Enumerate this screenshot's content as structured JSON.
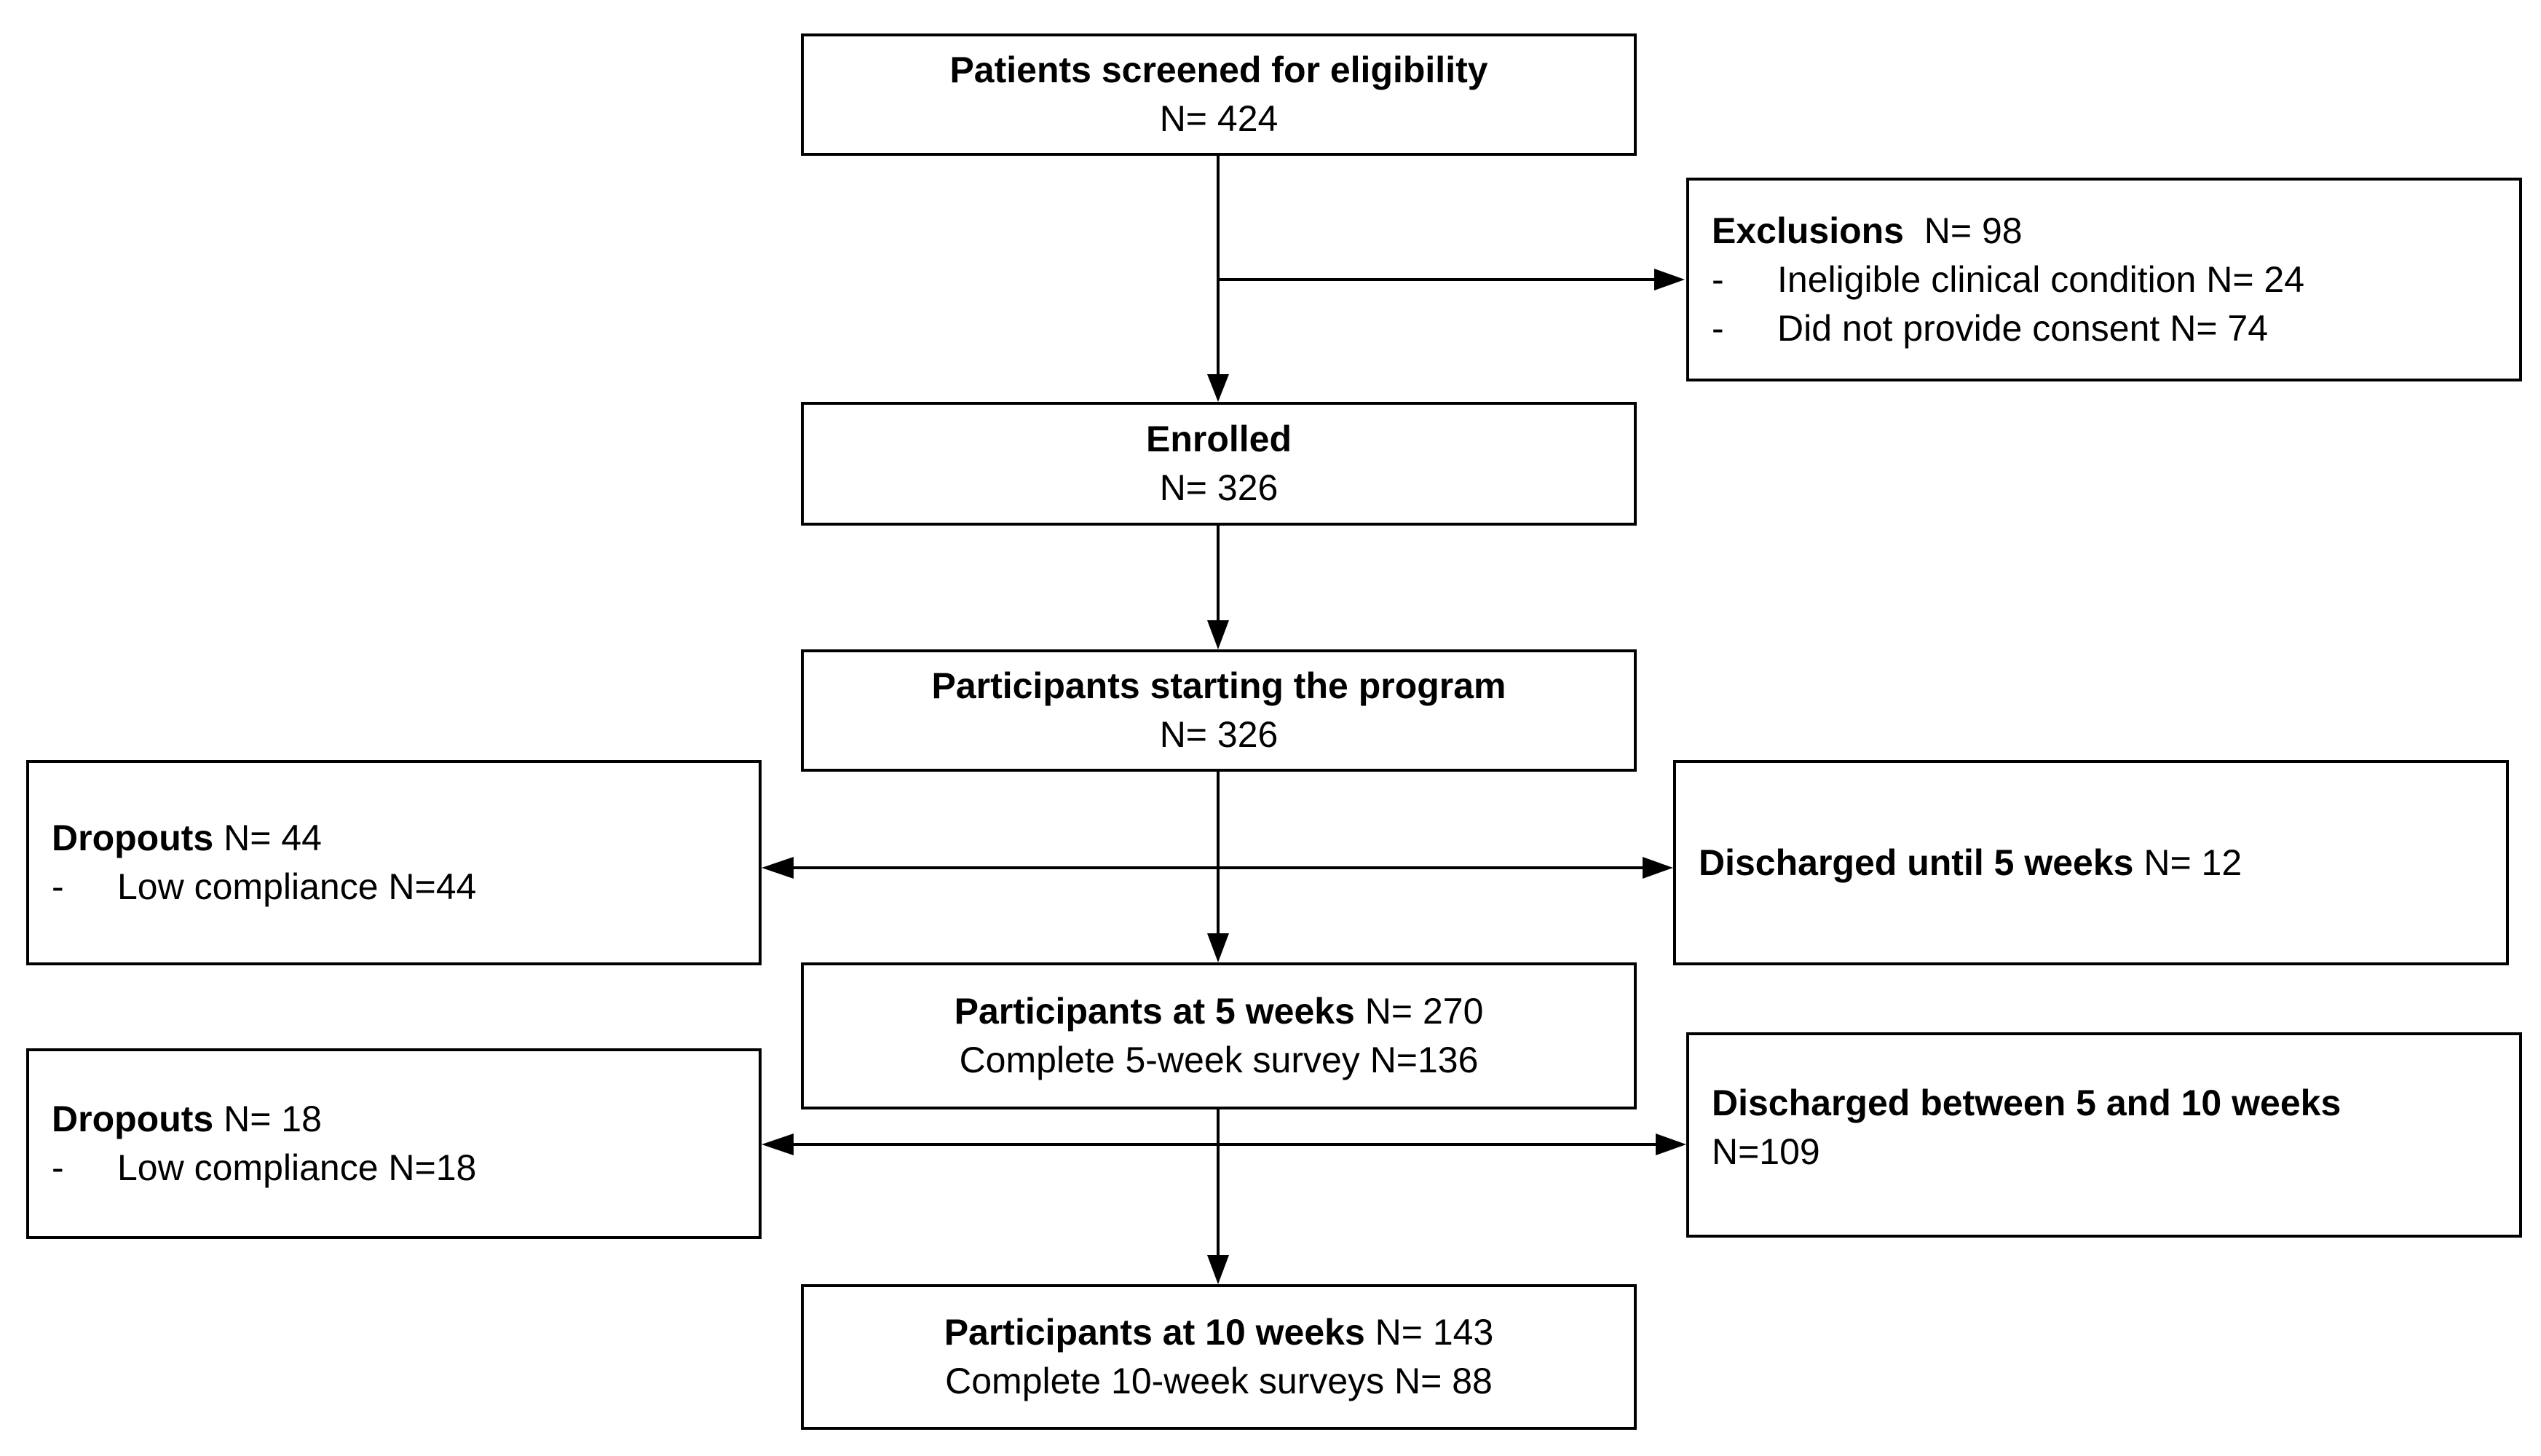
{
  "screened": {
    "title": "Patients screened for eligibility",
    "n": "N= 424"
  },
  "exclusions": {
    "title": "Exclusions",
    "n": "N= 98",
    "items": [
      {
        "bullet": "-",
        "text": "Ineligible clinical condition N= 24"
      },
      {
        "bullet": "-",
        "text": "Did not provide consent N= 74"
      }
    ]
  },
  "enrolled": {
    "title": "Enrolled",
    "n": "N= 326"
  },
  "starting": {
    "title": "Participants starting the program",
    "n": "N= 326"
  },
  "dropouts1": {
    "title": "Dropouts",
    "n": "N= 44",
    "bullet": "-",
    "item": "Low compliance N=44"
  },
  "discharged1": {
    "title": "Discharged until 5 weeks",
    "n": "N= 12"
  },
  "week5": {
    "title": "Participants at 5 weeks",
    "n": "N= 270",
    "survey": "Complete 5-week survey N=136"
  },
  "dropouts2": {
    "title": "Dropouts",
    "n": "N= 18",
    "bullet": "-",
    "item": "Low compliance N=18"
  },
  "discharged2": {
    "title": "Discharged between 5 and 10 weeks",
    "n": "N=109"
  },
  "week10": {
    "title": "Participants at 10 weeks",
    "n": "N= 143",
    "survey": "Complete 10-week surveys N= 88"
  }
}
